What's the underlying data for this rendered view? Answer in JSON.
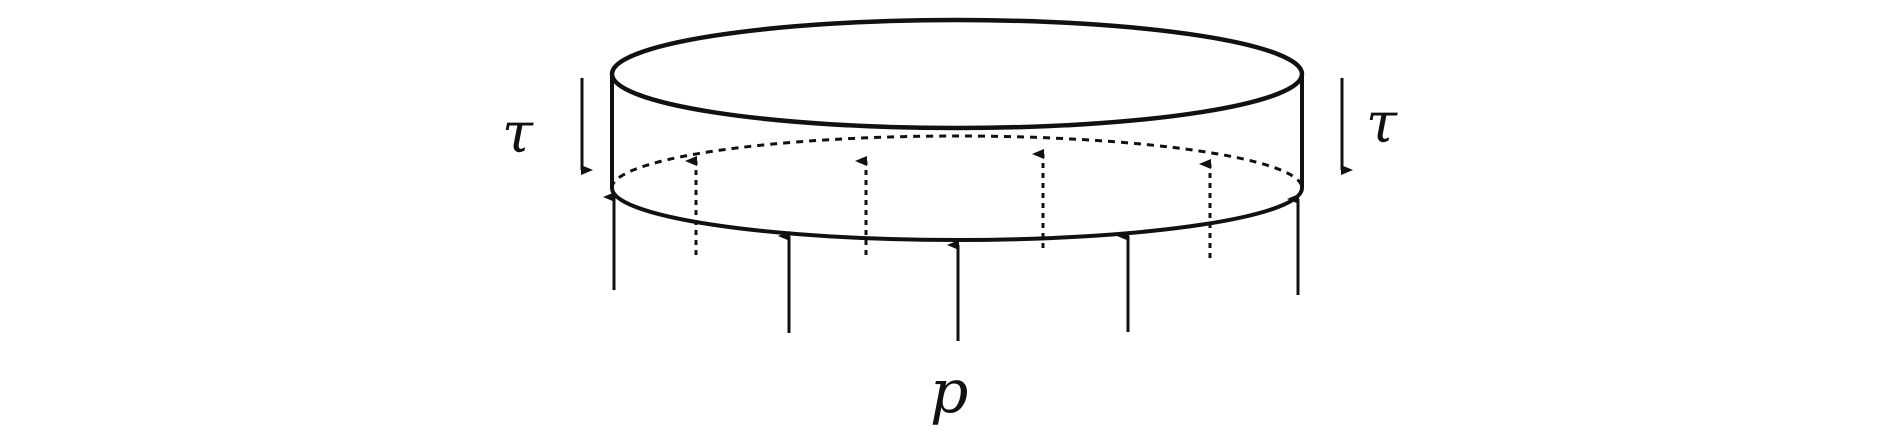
{
  "diagram": {
    "labels": {
      "tau_left": "τ",
      "tau_right": "τ",
      "pressure": "p"
    },
    "colors": {
      "stroke": "#111111",
      "background": "#ffffff"
    }
  }
}
